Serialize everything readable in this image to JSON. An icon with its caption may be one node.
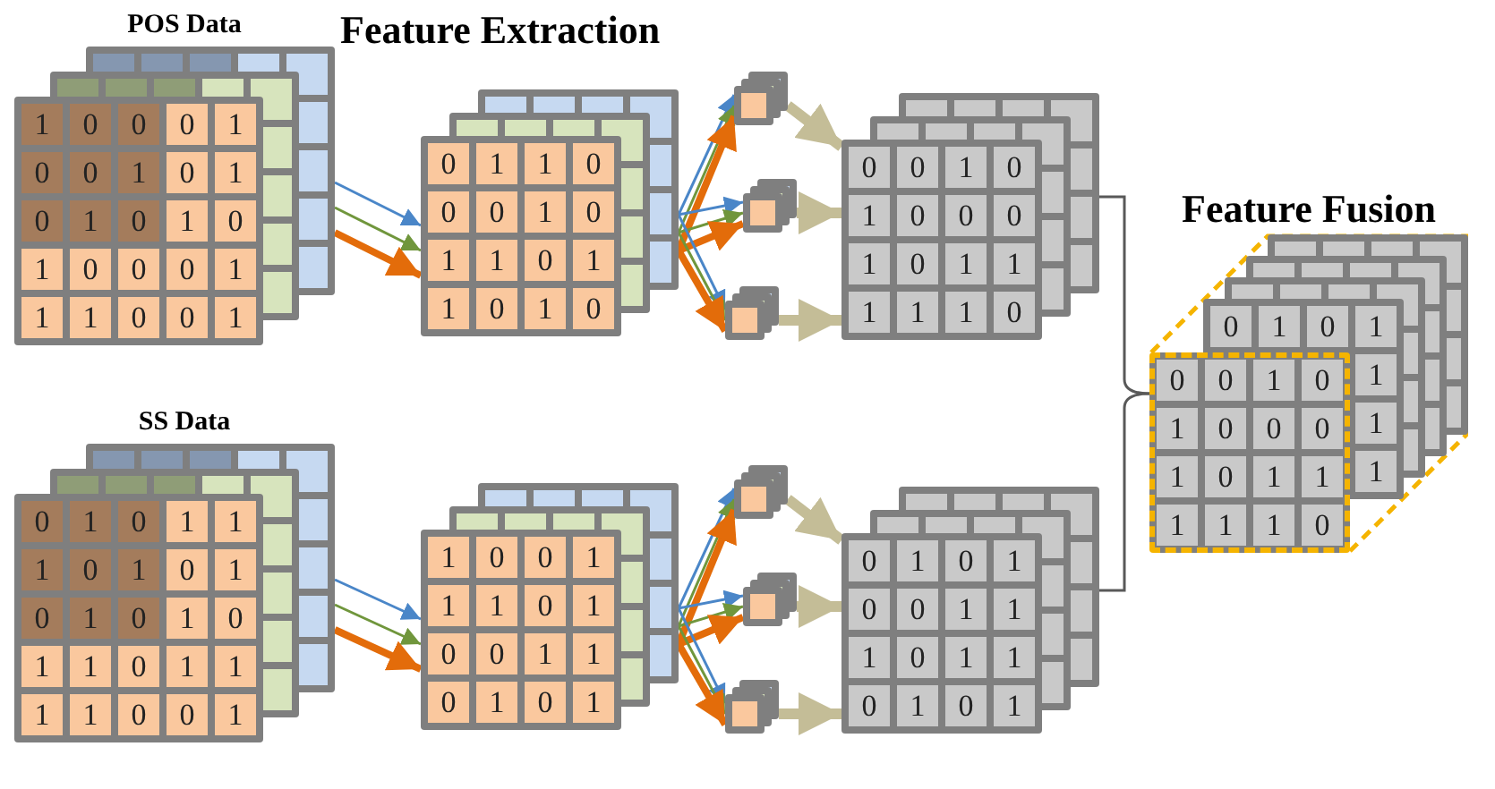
{
  "diagram": {
    "nodes": [
      {
        "text": [
          "POS Data"
        ]
      },
      {
        "text": [],
        "shape": "box"
      },
      {
        "text": [],
        "shape": "box"
      },
      {
        "text": [],
        "shape": "box"
      },
      {
        "text": [],
        "shape": "box"
      },
      {
        "text": [],
        "shape": "box"
      },
      {
        "text": [
          "SS Data"
        ]
      },
      {
        "text": [],
        "shape": "box"
      },
      {
        "text": [],
        "shape": "box"
      },
      {
        "text": [],
        "shape": "box"
      },
      {
        "text": [],
        "shape": "box"
      },
      {
        "text": [],
        "shape": "box"
      },
      {
        "text": [
          "Feature Fusion"
        ]
      }
    ],
    "edges": [
      {
        "from": 0,
        "to": 1,
        "arrow": "to",
        "color": "#4a86c8"
      },
      {
        "from": 0,
        "to": 1,
        "arrow": "to",
        "color": "#70963c"
      },
      {
        "from": 0,
        "to": 1,
        "arrow": "to",
        "style": "thick",
        "color": "#e36c0a"
      },
      {
        "from": 1,
        "to": 2,
        "arrow": "to",
        "color": "#4a86c8"
      },
      {
        "from": 1,
        "to": 2,
        "arrow": "to",
        "color": "#70963c"
      },
      {
        "from": 1,
        "to": 2,
        "arrow": "to",
        "style": "thick",
        "color": "#e36c0a"
      },
      {
        "from": 1,
        "to": 3,
        "arrow": "to",
        "color": "#4a86c8"
      },
      {
        "from": 1,
        "to": 3,
        "arrow": "to",
        "color": "#70963c"
      },
      {
        "from": 1,
        "to": 3,
        "arrow": "to",
        "style": "thick",
        "color": "#e36c0a"
      },
      {
        "from": 1,
        "to": 4,
        "arrow": "to",
        "color": "#4a86c8"
      },
      {
        "from": 1,
        "to": 4,
        "arrow": "to",
        "color": "#70963c"
      },
      {
        "from": 1,
        "to": 4,
        "arrow": "to",
        "style": "thick",
        "color": "#e36c0a"
      },
      {
        "from": 2,
        "to": 5,
        "arrow": "to",
        "style": "thick",
        "color": "#c4bd97"
      },
      {
        "from": 3,
        "to": 5,
        "arrow": "to",
        "style": "thick",
        "color": "#c4bd97"
      },
      {
        "from": 4,
        "to": 5,
        "arrow": "to",
        "style": "thick",
        "color": "#c4bd97"
      },
      {
        "from": 6,
        "to": 7,
        "arrow": "to",
        "color": "#4a86c8"
      },
      {
        "from": 6,
        "to": 7,
        "arrow": "to",
        "color": "#70963c"
      },
      {
        "from": 6,
        "to": 7,
        "arrow": "to",
        "style": "thick",
        "color": "#e36c0a"
      },
      {
        "from": 7,
        "to": 8,
        "arrow": "to",
        "color": "#4a86c8"
      },
      {
        "from": 7,
        "to": 8,
        "arrow": "to",
        "color": "#70963c"
      },
      {
        "from": 7,
        "to": 8,
        "arrow": "to",
        "style": "thick",
        "color": "#e36c0a"
      },
      {
        "from": 7,
        "to": 9,
        "arrow": "to",
        "color": "#4a86c8"
      },
      {
        "from": 7,
        "to": 9,
        "arrow": "to",
        "color": "#70963c"
      },
      {
        "from": 7,
        "to": 9,
        "arrow": "to",
        "style": "thick",
        "color": "#e36c0a"
      },
      {
        "from": 7,
        "to": 10,
        "arrow": "to",
        "color": "#4a86c8"
      },
      {
        "from": 7,
        "to": 10,
        "arrow": "to",
        "color": "#70963c"
      },
      {
        "from": 7,
        "to": 10,
        "arrow": "to",
        "style": "thick",
        "color": "#e36c0a"
      },
      {
        "from": 8,
        "to": 11,
        "arrow": "to",
        "style": "thick",
        "color": "#c4bd97"
      },
      {
        "from": 9,
        "to": 11,
        "arrow": "to",
        "style": "thick",
        "color": "#c4bd97"
      },
      {
        "from": 10,
        "to": 11,
        "arrow": "to",
        "style": "thick",
        "color": "#c4bd97"
      },
      {
        "from": 5,
        "to": 12,
        "arrow": "none",
        "color": "#595959"
      },
      {
        "from": 11,
        "to": 12,
        "arrow": "none",
        "color": "#595959"
      }
    ],
    "labels": [
      "Feature Extraction",
      "1",
      "0",
      "0",
      "0",
      "1",
      "0",
      "0",
      "1",
      "0",
      "1",
      "0",
      "1",
      "0",
      "1",
      "0",
      "1",
      "0",
      "0",
      "0",
      "1",
      "1",
      "1",
      "0",
      "0",
      "1",
      "0",
      "1",
      "1",
      "0",
      "0",
      "0",
      "1",
      "0",
      "1",
      "1",
      "0",
      "1",
      "1",
      "0",
      "1",
      "0",
      "0",
      "0",
      "1",
      "0",
      "1",
      "0",
      "0",
      "0",
      "1",
      "0",
      "1",
      "1",
      "1",
      "1",
      "1",
      "0",
      "0",
      "1",
      "0",
      "1",
      "1",
      "1",
      "0",
      "1",
      "0",
      "1",
      "0",
      "1",
      "0",
      "1",
      "0",
      "1",
      "1",
      "0",
      "1",
      "1",
      "1",
      "1",
      "0",
      "0",
      "1",
      "1",
      "0",
      "0",
      "1",
      "1",
      "1",
      "0",
      "1",
      "0",
      "0",
      "1",
      "1",
      "0",
      "1",
      "0",
      "1",
      "0",
      "1",
      "0",
      "1",
      "0",
      "0",
      "1",
      "1",
      "1",
      "0",
      "1",
      "1",
      "0",
      "1",
      "0",
      "1",
      "0",
      "0",
      "1",
      "0",
      "1",
      "0",
      "0",
      "0",
      "1",
      "0",
      "1",
      "1",
      "1",
      "1",
      "1",
      "0",
      "0",
      "1",
      "0",
      "1",
      "1",
      "1",
      "1"
    ]
  }
}
